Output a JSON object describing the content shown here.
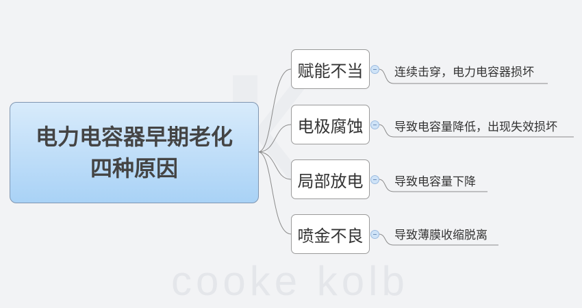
{
  "watermark": "cooke kolb",
  "root": {
    "line1": "电力电容器早期老化",
    "line2": "四种原因"
  },
  "branches": [
    {
      "label": "赋能不当",
      "leaf": "连续击穿，电力电容器损坏"
    },
    {
      "label": "电极腐蚀",
      "leaf": "导致电容量降低，出现失效损坏"
    },
    {
      "label": "局部放电",
      "leaf": "导致电容量下降"
    },
    {
      "label": "喷金不良",
      "leaf": "导致薄膜收缩脱离"
    }
  ]
}
